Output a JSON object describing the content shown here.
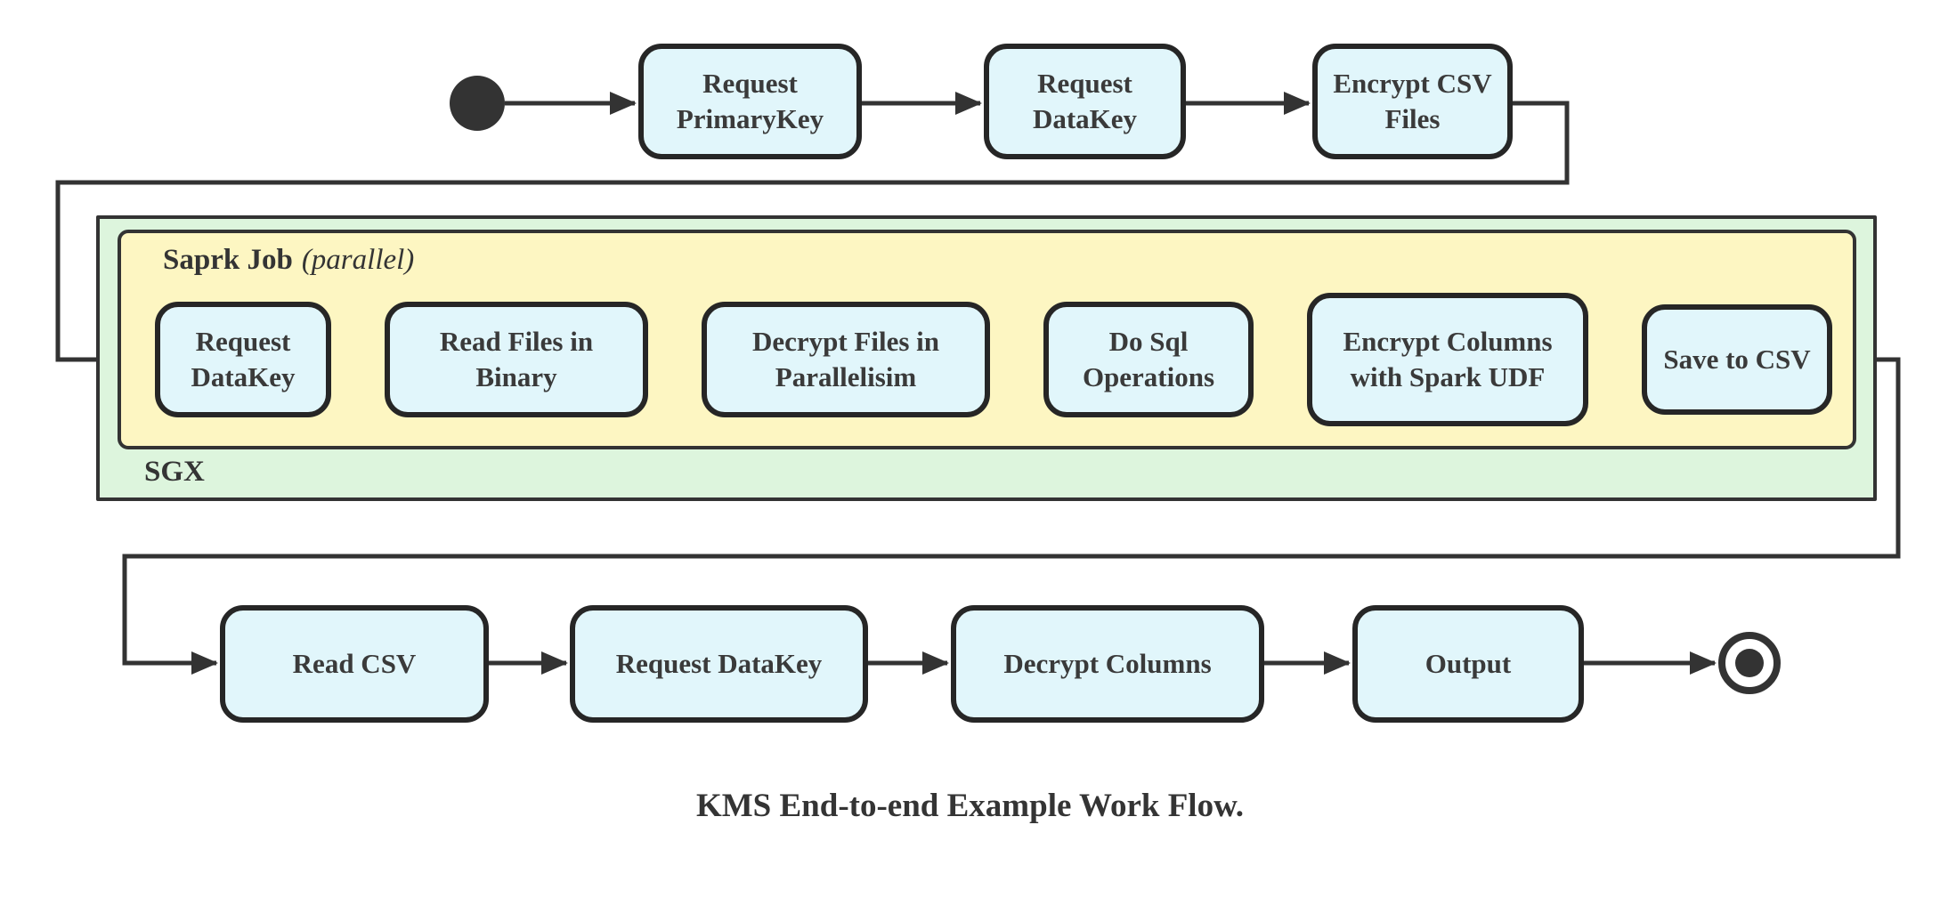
{
  "diagram": {
    "caption": "KMS End-to-end Example Work Flow.",
    "clusters": {
      "sgx": {
        "label": "SGX"
      },
      "spark": {
        "label": "Saprk Job",
        "qualifier": "(parallel)"
      }
    },
    "row1": [
      {
        "id": "req_primarykey",
        "label": "Request PrimaryKey"
      },
      {
        "id": "req_datakey_1",
        "label": "Request DataKey"
      },
      {
        "id": "encrypt_csv_files",
        "label": "Encrypt CSV Files"
      }
    ],
    "row2": [
      {
        "id": "req_datakey_2",
        "label": "Request DataKey"
      },
      {
        "id": "read_files_binary",
        "label": "Read Files in Binary"
      },
      {
        "id": "decrypt_files_parallel",
        "label": "Decrypt Files in Parallelisim"
      },
      {
        "id": "do_sql_operations",
        "label": "Do Sql Operations"
      },
      {
        "id": "encrypt_cols_udf",
        "label": "Encrypt Columns with Spark UDF"
      },
      {
        "id": "save_to_csv",
        "label": "Save to CSV"
      }
    ],
    "row3": [
      {
        "id": "read_csv",
        "label": "Read CSV"
      },
      {
        "id": "req_datakey_3",
        "label": "Request DataKey"
      },
      {
        "id": "decrypt_columns",
        "label": "Decrypt Columns"
      },
      {
        "id": "output",
        "label": "Output"
      }
    ],
    "edges": [
      {
        "from": "start",
        "to": "req_primarykey"
      },
      {
        "from": "req_primarykey",
        "to": "req_datakey_1"
      },
      {
        "from": "req_datakey_1",
        "to": "encrypt_csv_files"
      },
      {
        "from": "encrypt_csv_files",
        "to": "req_datakey_2"
      },
      {
        "from": "req_datakey_2",
        "to": "read_files_binary"
      },
      {
        "from": "read_files_binary",
        "to": "decrypt_files_parallel"
      },
      {
        "from": "decrypt_files_parallel",
        "to": "do_sql_operations"
      },
      {
        "from": "do_sql_operations",
        "to": "encrypt_cols_udf"
      },
      {
        "from": "encrypt_cols_udf",
        "to": "save_to_csv"
      },
      {
        "from": "save_to_csv",
        "to": "read_csv"
      },
      {
        "from": "read_csv",
        "to": "req_datakey_3"
      },
      {
        "from": "req_datakey_3",
        "to": "decrypt_columns"
      },
      {
        "from": "decrypt_columns",
        "to": "output"
      },
      {
        "from": "output",
        "to": "end"
      }
    ],
    "colors": {
      "node_fill": "#e1f6fb",
      "node_border": "#262626",
      "sgx_cluster_fill": "#ddf5dd",
      "spark_cluster_fill": "#fdf6c2",
      "line": "#333333",
      "text": "#3a3a3a"
    }
  }
}
